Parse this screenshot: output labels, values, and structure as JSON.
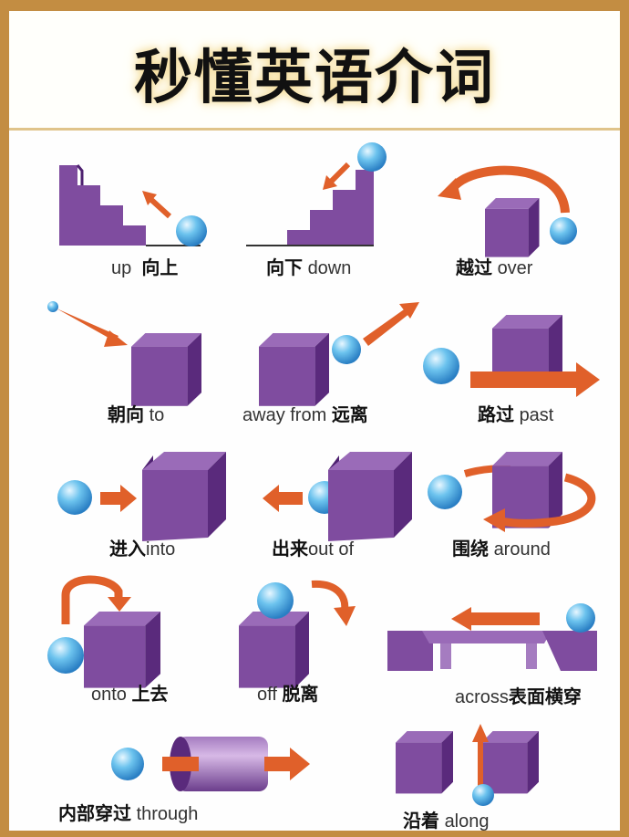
{
  "title": "秒懂英语介词",
  "colors": {
    "border": "#c38d42",
    "cube": "#7b4a9a",
    "arrow": "#e0602a",
    "ball": "#58b4e8"
  },
  "items": [
    {
      "en": "up",
      "zh": "向上",
      "order": "en-zh",
      "icon": "stairs-up-icon"
    },
    {
      "en": "down",
      "zh": "向下",
      "order": "zh-en",
      "icon": "stairs-down-icon"
    },
    {
      "en": "over",
      "zh": "越过",
      "order": "zh-en",
      "icon": "arc-over-cube-icon"
    },
    {
      "en": "to",
      "zh": "朝向",
      "order": "zh-en",
      "icon": "arrow-to-cube-icon"
    },
    {
      "en": "away from",
      "zh": "远离",
      "order": "en-zh",
      "icon": "arrow-away-from-cube-icon"
    },
    {
      "en": "past",
      "zh": "路过",
      "order": "zh-en",
      "icon": "arrow-past-cube-icon"
    },
    {
      "en": "into",
      "zh": "进入",
      "order": "zh-en",
      "icon": "ball-into-cube-icon"
    },
    {
      "en": "out of",
      "zh": "出来",
      "order": "zh-en",
      "icon": "ball-out-of-cube-icon"
    },
    {
      "en": "around",
      "zh": "围绕",
      "order": "zh-en",
      "icon": "arrow-around-cube-icon"
    },
    {
      "en": "onto",
      "zh": "上去",
      "order": "en-zh",
      "icon": "ball-onto-cube-icon"
    },
    {
      "en": "off",
      "zh": "脱离",
      "order": "en-zh",
      "icon": "ball-off-cube-icon"
    },
    {
      "en": "across",
      "zh": "表面横穿",
      "order": "en-zh",
      "icon": "ball-across-bridge-icon"
    },
    {
      "en": "through",
      "zh": "内部穿过",
      "order": "zh-en",
      "icon": "arrow-through-tube-icon"
    },
    {
      "en": "along",
      "zh": "沿着",
      "order": "zh-en",
      "icon": "ball-along-cubes-icon"
    }
  ]
}
